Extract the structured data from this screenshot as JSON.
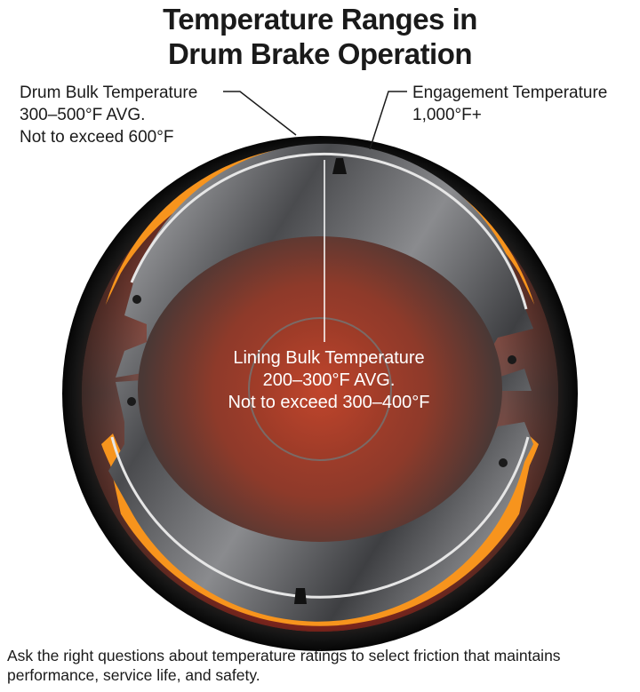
{
  "title": {
    "line1": "Temperature Ranges in",
    "line2": "Drum Brake Operation"
  },
  "labels": {
    "drum_bulk": {
      "line1": "Drum Bulk Temperature",
      "line2": "300–500°F AVG.",
      "line3": "Not to exceed 600°F"
    },
    "engagement": {
      "line1": "Engagement Temperature",
      "line2": "1,000°F+"
    },
    "lining_bulk": {
      "line1": "Lining Bulk Temperature",
      "line2": "200–300°F AVG.",
      "line3": "Not to exceed 300–400°F"
    }
  },
  "caption": "Ask the right questions about temperature ratings to select friction that maintains performance, service life, and safety.",
  "colors": {
    "drum_hot": "#e8352a",
    "drum_rim": "#111111",
    "lining": "#f7941d",
    "shoe": "#6d6e71",
    "hub_glow": "#b83a26"
  }
}
